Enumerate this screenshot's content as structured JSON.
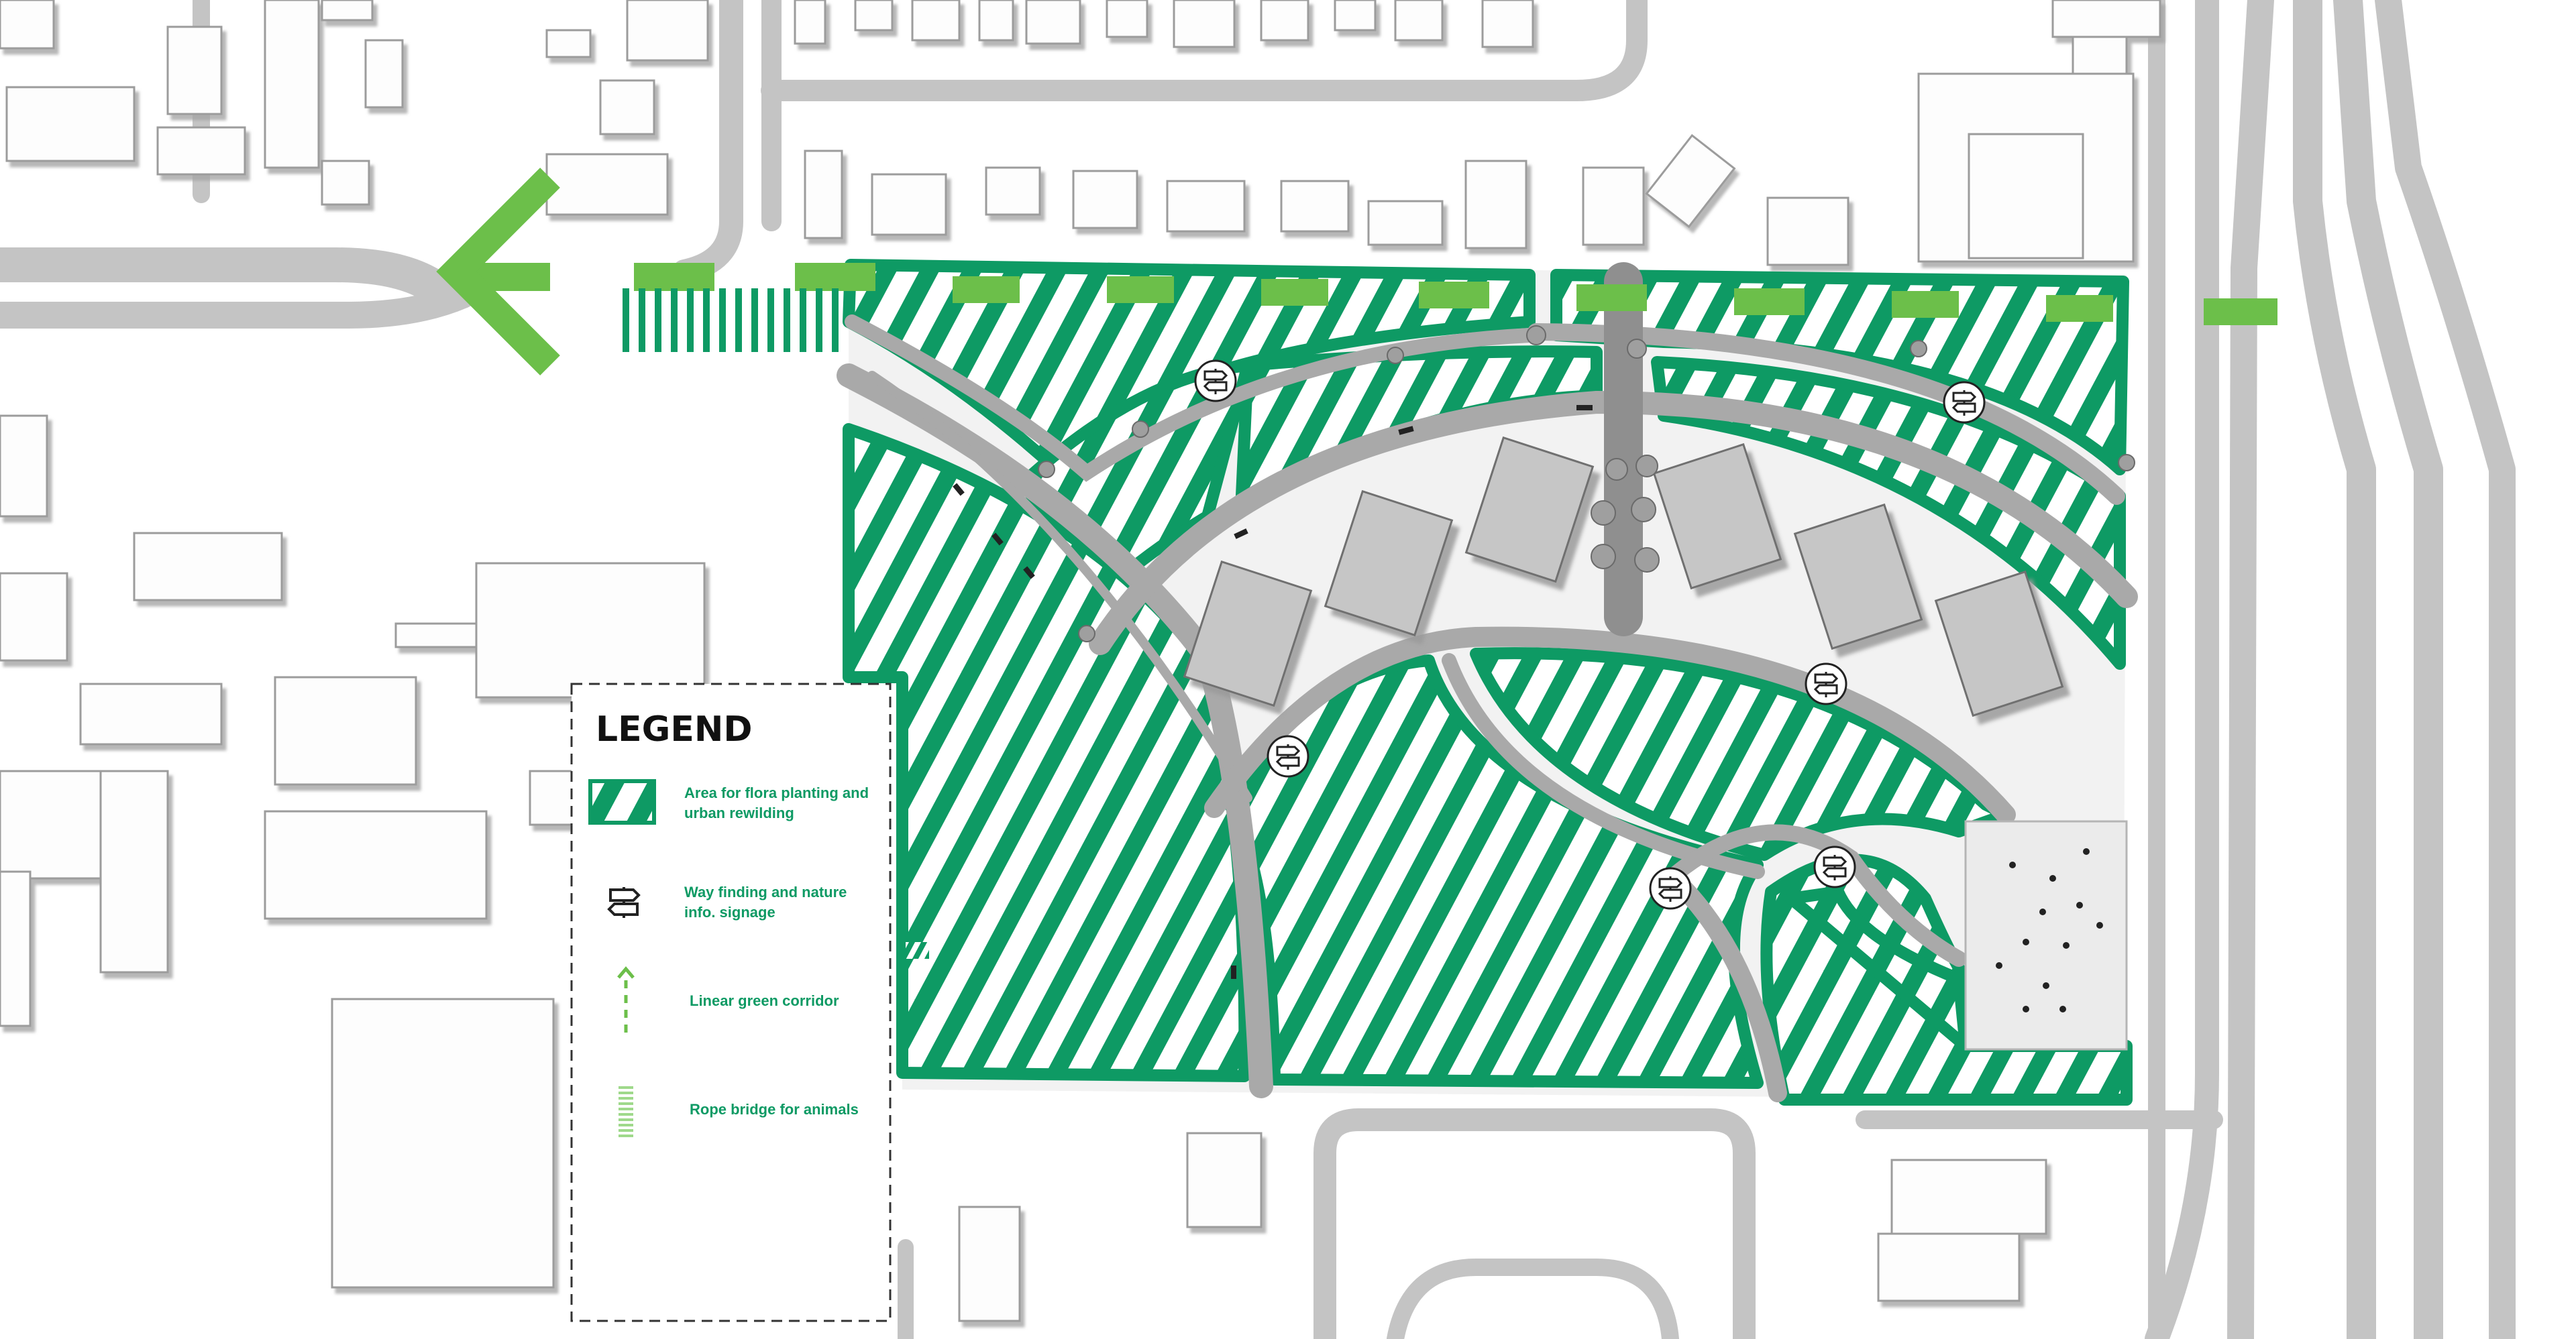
{
  "legend": {
    "title": "LEGEND",
    "items": [
      {
        "lines": [
          "Area for flora planting and",
          "urban rewilding"
        ],
        "symbol": "hatched-green-area"
      },
      {
        "lines": [
          "Way finding and nature",
          "info. signage"
        ],
        "symbol": "signpost-icon"
      },
      {
        "lines": [
          "Linear green corridor"
        ],
        "symbol": "dashed-green-arrow"
      },
      {
        "lines": [
          "Rope bridge for animals"
        ],
        "symbol": "rope-bridge-stripes"
      }
    ]
  },
  "colors": {
    "rewilding_green": "#0e9a64",
    "corridor_green": "#6cbf4a",
    "road_gray": "#c4c4c4",
    "path_gray": "#a9a9a9",
    "building_fill": "#fdfdfd",
    "building_shadow": "#bdbdbd",
    "courtyard_fill": "#efefef",
    "park_building_fill": "#c6c6c6",
    "legend_text_green": "#0e9a64"
  }
}
